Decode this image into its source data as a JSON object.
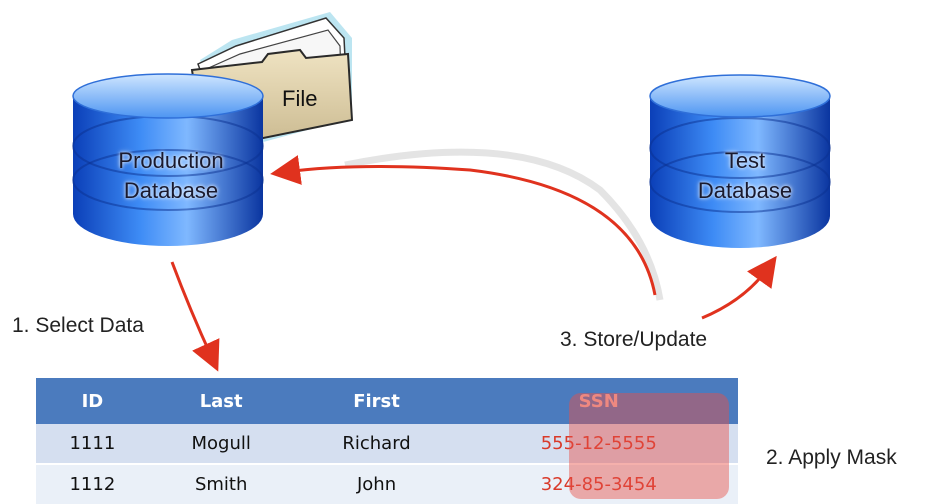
{
  "databases": {
    "production": {
      "line1": "Production",
      "line2": "Database"
    },
    "test": {
      "line1": "Test",
      "line2": "Database"
    }
  },
  "file": {
    "label": "File"
  },
  "steps": {
    "select": "1. Select Data",
    "mask": "2. Apply Mask",
    "store": "3. Store/Update"
  },
  "table": {
    "headers": [
      "ID",
      "Last",
      "First",
      "SSN"
    ],
    "rows": [
      [
        "1111",
        "Mogull",
        "Richard",
        "555-12-5555"
      ],
      [
        "1112",
        "Smith",
        "John",
        "324-85-3454"
      ]
    ]
  },
  "colors": {
    "database_blue": "#1f5fe0",
    "arrow_red": "#e0321e",
    "table_header": "#4b7bbe",
    "mask_red": "#e85046"
  }
}
